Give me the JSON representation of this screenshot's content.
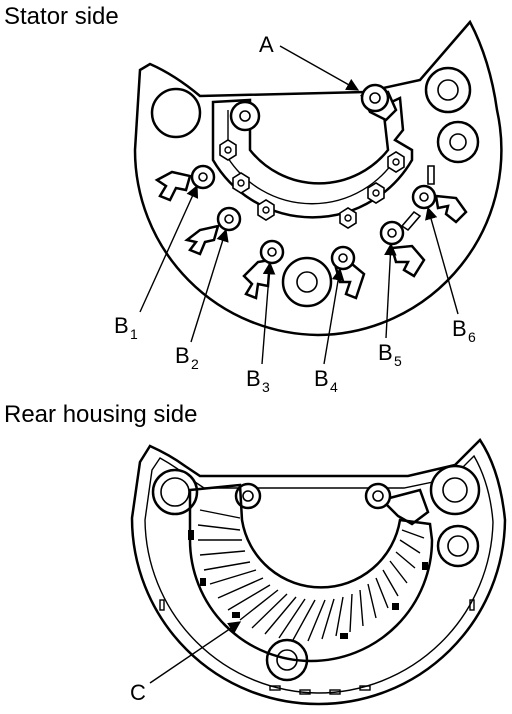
{
  "headings": {
    "stator": "Stator side",
    "rear": "Rear housing side"
  },
  "callouts": {
    "a": "A",
    "b1": {
      "letter": "B",
      "sub": "1"
    },
    "b2": {
      "letter": "B",
      "sub": "2"
    },
    "b3": {
      "letter": "B",
      "sub": "3"
    },
    "b4": {
      "letter": "B",
      "sub": "4"
    },
    "b5": {
      "letter": "B",
      "sub": "5"
    },
    "b6": {
      "letter": "B",
      "sub": "6"
    },
    "c": "C"
  },
  "colors": {
    "line": "#000000",
    "background": "#ffffff"
  }
}
